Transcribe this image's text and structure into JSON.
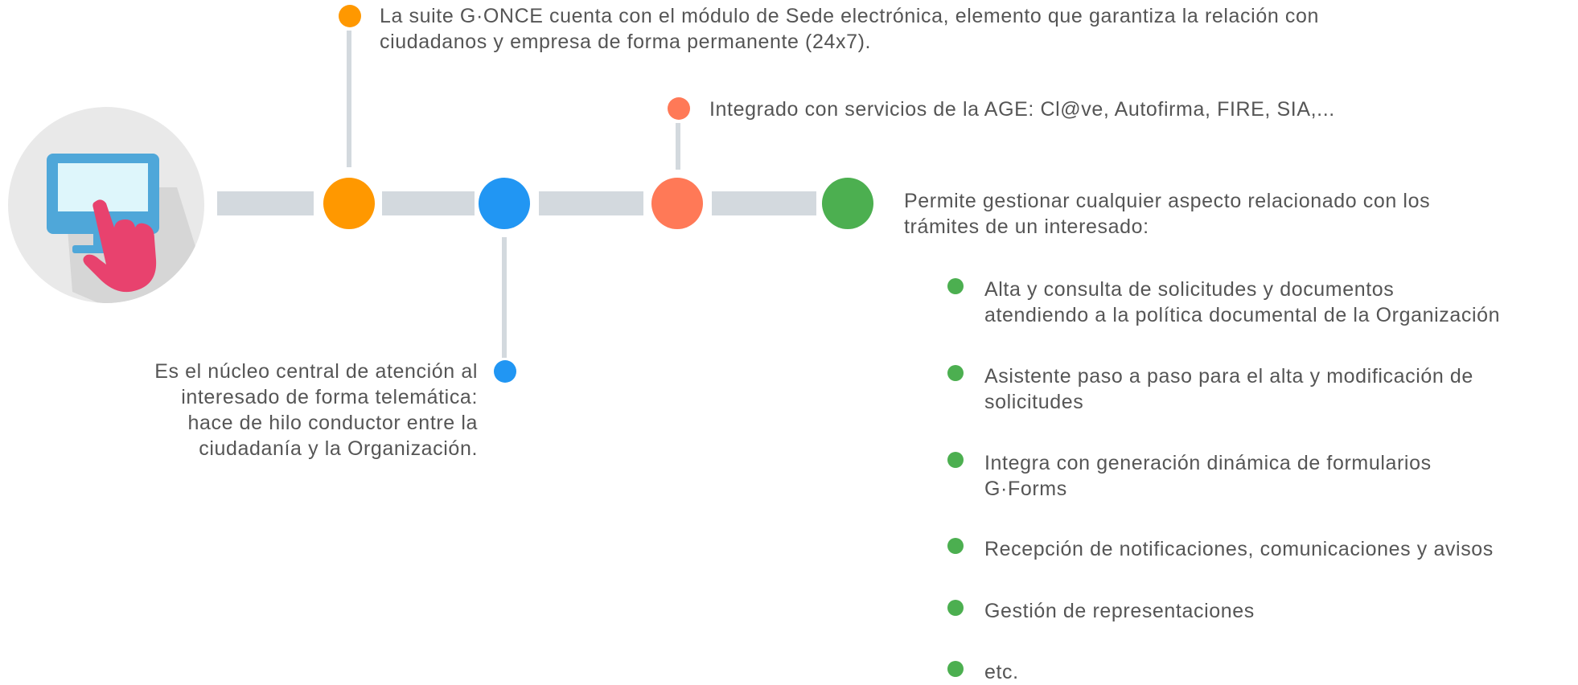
{
  "colors": {
    "track": "#d3d9de",
    "orange": "#ff9800",
    "blue": "#2196f3",
    "coral": "#ff7957",
    "green": "#4caf50",
    "text": "#555555",
    "icon_circle": "#e9e9e9",
    "monitor": "#4fa7d9",
    "screen": "#def6fb",
    "hand": "#e8426e"
  },
  "icon": "monitor-touch-hand-icon",
  "milestones": [
    {
      "color": "orange",
      "text_lines": [
        "La suite G·ONCE cuenta con el módulo de Sede electrónica, elemento que garantiza la relación con",
        "ciudadanos y empresa de forma permanente (24x7)."
      ]
    },
    {
      "color": "blue",
      "text_lines": [
        "Es el núcleo central de atención al",
        "interesado de forma telemática:",
        "hace de hilo conductor entre la",
        "ciudadanía y la Organización."
      ]
    },
    {
      "color": "coral",
      "text_lines": [
        "Integrado con servicios de la AGE: Cl@ve, Autofirma, FIRE, SIA,..."
      ]
    },
    {
      "color": "green",
      "text_lines": [
        "Permite gestionar cualquier aspecto relacionado con los",
        "trámites de un interesado:"
      ]
    }
  ],
  "features": [
    {
      "lines": [
        "Alta y consulta de solicitudes y documentos",
        "atendiendo a la política documental de la Organización"
      ]
    },
    {
      "lines": [
        "Asistente paso a paso para el alta y modificación de",
        "solicitudes"
      ]
    },
    {
      "lines": [
        "Integra con generación dinámica de formularios",
        "G·Forms"
      ]
    },
    {
      "lines": [
        "Recepción de notificaciones, comunicaciones y avisos"
      ]
    },
    {
      "lines": [
        "Gestión de representaciones"
      ]
    },
    {
      "lines": [
        "etc."
      ]
    }
  ]
}
